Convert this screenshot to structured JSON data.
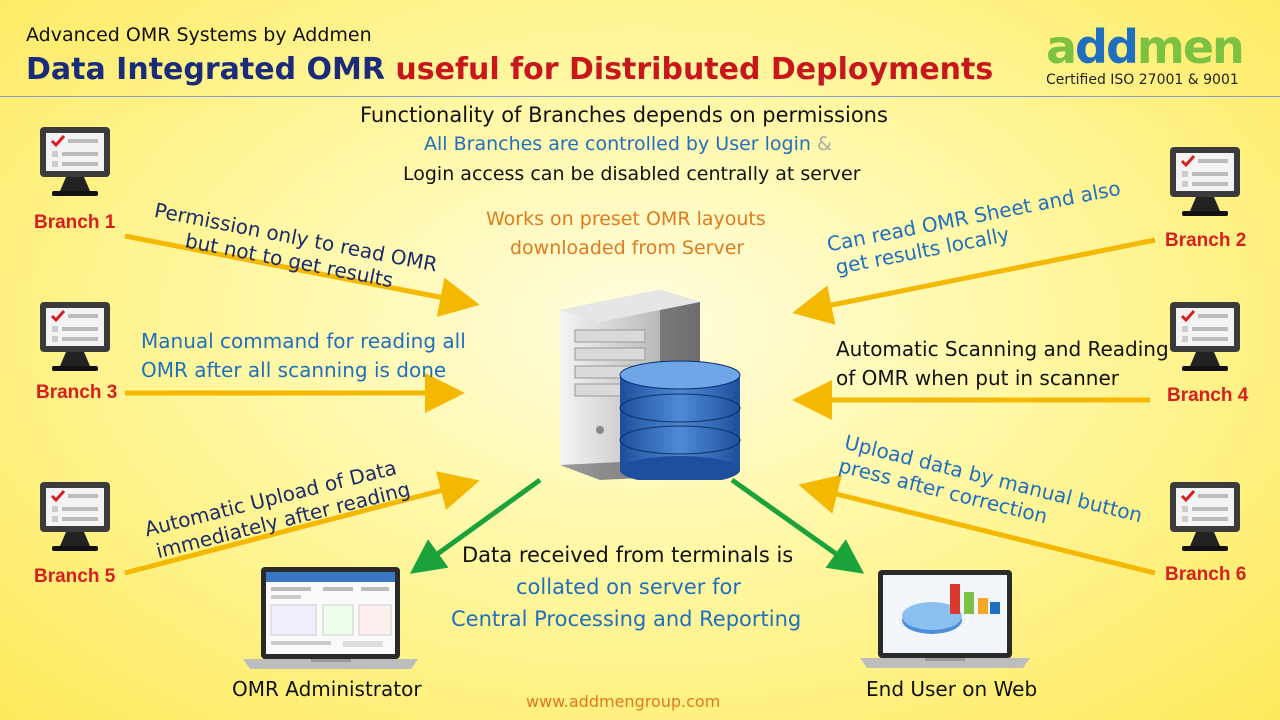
{
  "header": {
    "subtitle": "Advanced OMR Systems by Addmen",
    "title_part1": "Data Integrated OMR ",
    "title_part2": "useful for Distributed Deployments"
  },
  "logo": {
    "part1": "a",
    "part2": "dd",
    "part3": "men",
    "certification": "Certified ISO 27001 & 9001"
  },
  "center_info": {
    "line1": "Functionality of Branches depends on permissions",
    "line2_blue": "All Branches are controlled by User login",
    "line2_amp": " &",
    "line3": "Login access can be disabled centrally at server",
    "preset_line1": "Works on preset OMR layouts",
    "preset_line2": "downloaded from Server"
  },
  "branches": [
    {
      "label": "Branch 1",
      "note_line1": "Permission only to read OMR",
      "note_line2": "but not to get results"
    },
    {
      "label": "Branch 2",
      "note_line1": "Can read OMR Sheet and also",
      "note_line2": "get results locally"
    },
    {
      "label": "Branch 3",
      "note_line1": "Manual command for reading all",
      "note_line2": "OMR after all scanning is done"
    },
    {
      "label": "Branch 4",
      "note_line1": "Automatic Scanning and Reading",
      "note_line2": "of OMR when put in scanner"
    },
    {
      "label": "Branch 5",
      "note_line1": "Automatic Upload of Data",
      "note_line2": "immediately after reading"
    },
    {
      "label": "Branch 6",
      "note_line1": "Upload data by manual button",
      "note_line2": "press after correction"
    }
  ],
  "collation": {
    "line1": "Data received from terminals is",
    "line2": "collated on server for",
    "line3": "Central Processing and Reporting"
  },
  "endpoints": {
    "admin": "OMR Administrator",
    "web": "End User on Web"
  },
  "footer": {
    "url": "www.addmengroup.com"
  },
  "colors": {
    "arrow": "#f5b800",
    "green_arrow": "#1aa33a",
    "branch_label": "#d81e1e",
    "title": "#1a2b7a",
    "accent_red": "#c8161d",
    "blue_text": "#1e6fbf",
    "orange_text": "#e07a1f"
  }
}
